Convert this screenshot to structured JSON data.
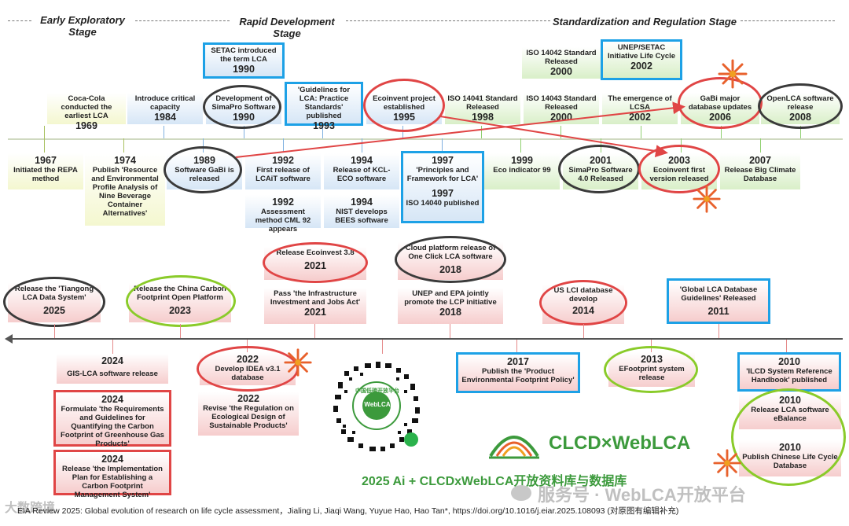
{
  "stages": [
    "Early Exploratory Stage",
    "Rapid Development Stage",
    "Standardization and Regulation Stage"
  ],
  "upper_top": [
    {
      "year": "1969",
      "text": "Coca-Cola conducted the earliest LCA"
    },
    {
      "year": "1984",
      "text": "Introduce critical capacity"
    },
    {
      "year": "1990",
      "text": "Development of SimaPro Software"
    },
    {
      "year": "1993",
      "text": "'Guidelines for LCA: Practice Standards' published"
    },
    {
      "year": "1995",
      "text": "Ecoinvent project established"
    },
    {
      "year": "1998",
      "text": "ISO 14041 Standard Released"
    },
    {
      "year": "2000",
      "text": "ISO 14043 Standard Released"
    },
    {
      "year": "2002",
      "text": "The emergence of LCSA"
    },
    {
      "year": "2006",
      "text": "GaBi major database updates"
    },
    {
      "year": "2008",
      "text": "OpenLCA software release"
    }
  ],
  "upper_extra": [
    {
      "year": "1990",
      "text": "SETAC introduced the term LCA"
    },
    {
      "year": "2000",
      "text": "ISO 14042 Standard Released"
    },
    {
      "year": "2002",
      "text": "UNEP/SETAC Initiative Life Cycle"
    }
  ],
  "upper_bottom": [
    {
      "year": "1967",
      "text": "Initiated the REPA method"
    },
    {
      "year": "1974",
      "text": "Publish 'Resource and Environmental Profile Analysis of Nine Beverage Container Alternatives'"
    },
    {
      "year": "1989",
      "text": "Software GaBi is released"
    },
    {
      "year": "1992",
      "text": "First release of LCAiT software"
    },
    {
      "year": "1994",
      "text": "Release of KCL-ECO software"
    },
    {
      "year": "1997",
      "text": "'Principles and Framework for LCA'"
    },
    {
      "year": "1999",
      "text": "Eco indicator 99"
    },
    {
      "year": "2001",
      "text": "SimaPro Software 4.0 Released"
    },
    {
      "year": "2003",
      "text": "Ecoinvent first version released"
    },
    {
      "year": "2007",
      "text": "Release Big Climate Database"
    }
  ],
  "upper_bottom2": [
    {
      "year": "1992",
      "text": "Assessment method CML 92 appears"
    },
    {
      "year": "1994",
      "text": "NIST develops BEES software"
    },
    {
      "year": "1997",
      "text": "ISO 14040 published"
    }
  ],
  "lower_top": [
    {
      "year": "2025",
      "text": "Release the 'Tiangong LCA Data System'"
    },
    {
      "year": "2023",
      "text": "Release the China Carbon Footprint Open Platform"
    },
    {
      "year": "2021",
      "text": "Pass 'the Infrastructure Investment and Jobs Act'"
    },
    {
      "year": "2018",
      "text": "UNEP and EPA jointly promote the LCP initiative"
    },
    {
      "year": "2014",
      "text": "US LCI database develop"
    },
    {
      "year": "2011",
      "text": "'Global LCA Database Guidelines' Released"
    }
  ],
  "lower_top2": [
    {
      "year": "2021",
      "text": "Release Ecoinvest 3.8"
    },
    {
      "year": "2018",
      "text": "Cloud platform release of One Click LCA software"
    }
  ],
  "lower_bottom": [
    {
      "year": "2024",
      "text": "GIS-LCA software release"
    },
    {
      "year": "2022",
      "text": "Develop IDEA v3.1 database"
    },
    {
      "year": "2017",
      "text": "Publish the 'Product Environmental Footprint Policy'"
    },
    {
      "year": "2013",
      "text": "EFootprint system release"
    },
    {
      "year": "2010",
      "text": "'ILCD System Reference Handbook' published"
    }
  ],
  "lower_bottom2": [
    {
      "year": "2024",
      "text": "Formulate 'the Requirements and Guidelines for Quantifying the Carbon Footprint of Greenhouse Gas Products'"
    },
    {
      "year": "2022",
      "text": "Revise 'the Regulation on Ecological Design of Sustainable Products'"
    },
    {
      "year": "2010",
      "text": "Release LCA software eBalance"
    }
  ],
  "lower_bottom3": [
    {
      "year": "2024",
      "text": "Release 'the Implementation Plan for Establishing a Carbon Footprint Management System'"
    },
    {
      "year": "2010",
      "text": "Publish Chinese Life Cycle Database"
    }
  ],
  "logo": {
    "brand": "CLCD×WebLCA",
    "slogan": "2025 Ai + CLCDxWebLCA开放资料库与数据库",
    "qr_label": "WebLCA",
    "qr_ring": "中国低碳开放平台"
  },
  "watermarks": {
    "left": "大数跨境",
    "right": "服务号 · WebLCA开放平台"
  },
  "footer": "EIA Review 2025: Global evolution of research on life cycle assessment，Jialing Li, Jiaqi Wang, Yuyue Hao, Hao Tan*, https://doi.org/10.1016/j.eiar.2025.108093 (对原图有编辑补充)",
  "colors": {
    "blue": "#1da1e6",
    "red": "#e04545",
    "green": "#8acb2a",
    "dark": "#3a3a3a",
    "brand_green": "#3c9a3c"
  },
  "icons": [
    "firework-icon",
    "wechat-icon",
    "qr-code-icon",
    "globe-logo-icon"
  ]
}
